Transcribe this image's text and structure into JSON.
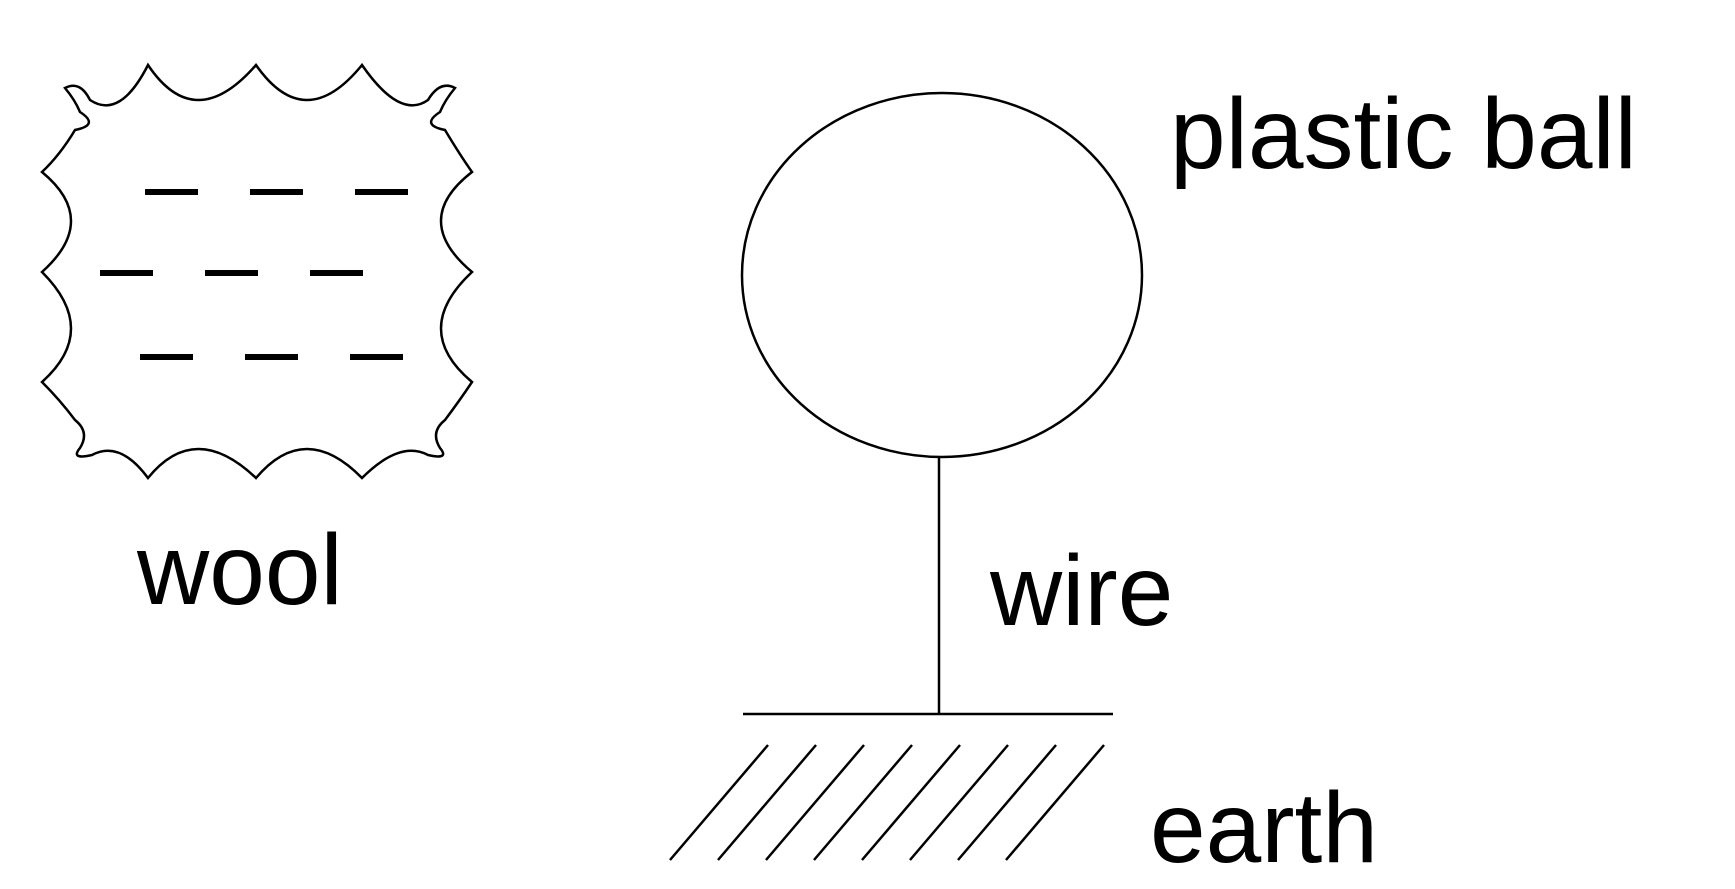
{
  "labels": {
    "wool": "wool",
    "plastic_ball": "plastic ball",
    "wire": "wire",
    "earth": "earth"
  },
  "colors": {
    "ink": "#000000",
    "background": "#ffffff"
  }
}
